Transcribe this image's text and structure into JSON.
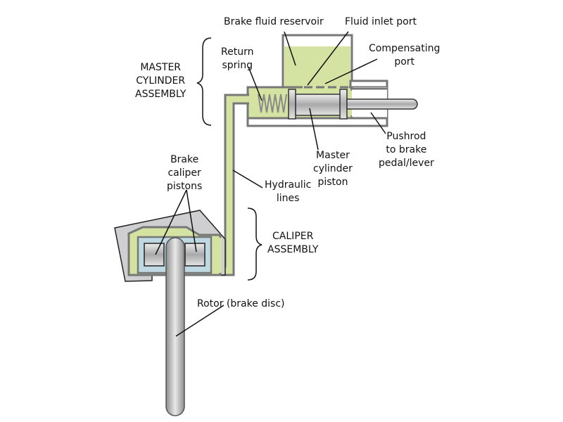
{
  "labels": {
    "reservoir": "Brake fluid reservoir",
    "inlet_port": "Fluid inlet port",
    "compensating_port": "Compensating\nport",
    "return_spring": "Return\nspring",
    "master_cylinder_assembly": "MASTER\nCYLINDER\nASSEMBLY",
    "pushrod": "Pushrod\nto brake\npedal/lever",
    "master_piston": "Master\ncylinder\npiston",
    "hydraulic_lines": "Hydraulic\nlines",
    "caliper_pistons": "Brake\ncaliper\npistons",
    "caliper_assembly": "CALIPER\nASSEMBLY",
    "rotor": "Rotor (brake disc)"
  },
  "colors": {
    "fluid": "#d4e3a2",
    "housing": "#cfcfd1",
    "outline": "#777777",
    "caliper_cavity": "#bfd9e3"
  }
}
